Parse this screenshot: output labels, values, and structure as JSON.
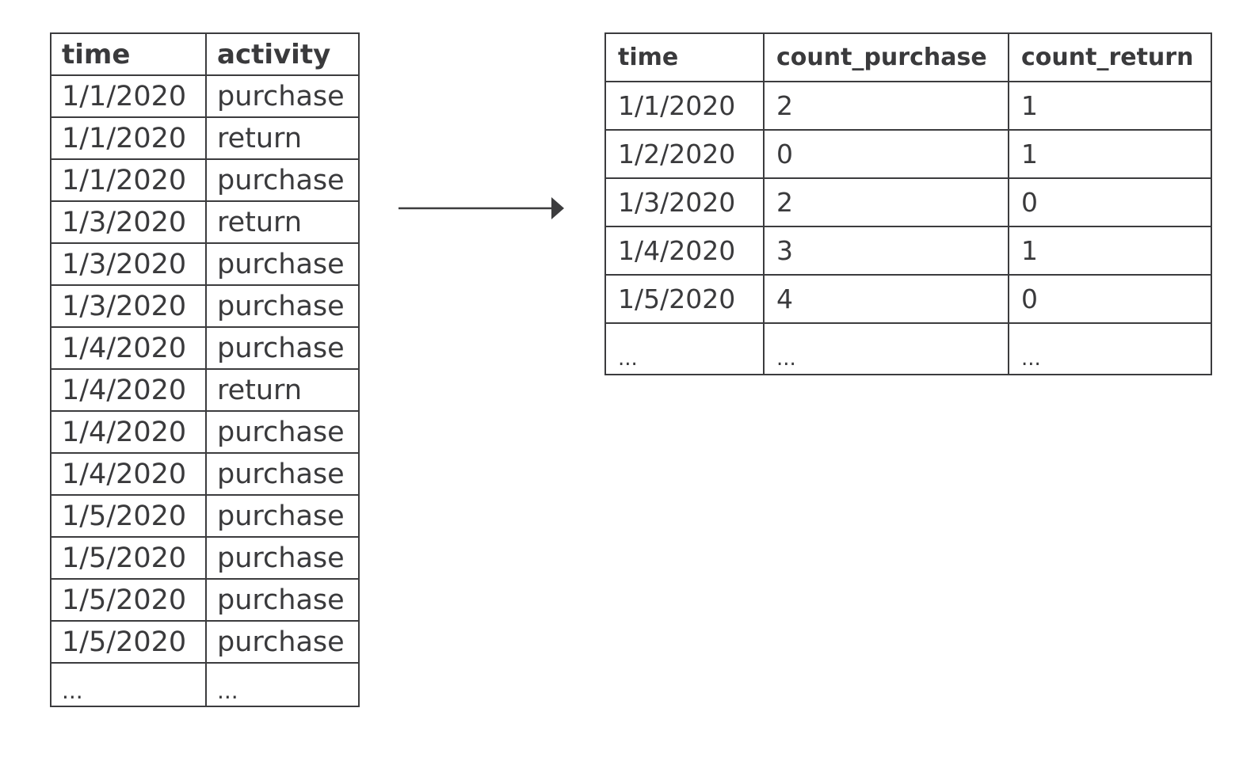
{
  "left_table": {
    "headers": [
      "time",
      "activity"
    ],
    "rows": [
      [
        "1/1/2020",
        "purchase"
      ],
      [
        "1/1/2020",
        "return"
      ],
      [
        "1/1/2020",
        "purchase"
      ],
      [
        "1/3/2020",
        "return"
      ],
      [
        "1/3/2020",
        "purchase"
      ],
      [
        "1/3/2020",
        "purchase"
      ],
      [
        "1/4/2020",
        "purchase"
      ],
      [
        "1/4/2020",
        "return"
      ],
      [
        "1/4/2020",
        "purchase"
      ],
      [
        "1/4/2020",
        "purchase"
      ],
      [
        "1/5/2020",
        "purchase"
      ],
      [
        "1/5/2020",
        "purchase"
      ],
      [
        "1/5/2020",
        "purchase"
      ],
      [
        "1/5/2020",
        "purchase"
      ],
      [
        "...",
        "..."
      ]
    ]
  },
  "right_table": {
    "headers": [
      "time",
      "count_purchase",
      "count_return"
    ],
    "rows": [
      [
        "1/1/2020",
        "2",
        "1"
      ],
      [
        "1/2/2020",
        "0",
        "1"
      ],
      [
        "1/3/2020",
        "2",
        "0"
      ],
      [
        "1/4/2020",
        "3",
        "1"
      ],
      [
        "1/5/2020",
        "4",
        "0"
      ],
      [
        "...",
        "...",
        "..."
      ]
    ]
  },
  "colors": {
    "line": "#3c3c3e",
    "text": "#3a3a3c"
  }
}
